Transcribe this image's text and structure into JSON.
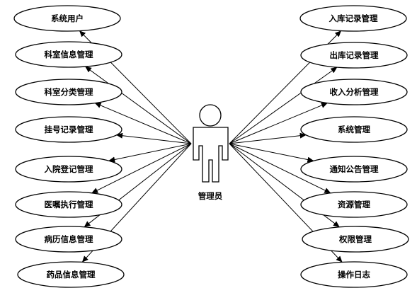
{
  "actor": {
    "label": "管理员"
  },
  "left_use_cases": [
    {
      "label": "系统用户"
    },
    {
      "label": "科室信息管理"
    },
    {
      "label": "科室分类管理"
    },
    {
      "label": "挂号记录管理"
    },
    {
      "label": "入院登记管理"
    },
    {
      "label": "医嘱执行管理"
    },
    {
      "label": "病历信息管理"
    },
    {
      "label": "药品信息管理"
    }
  ],
  "right_use_cases": [
    {
      "label": "入库记录管理"
    },
    {
      "label": "出库记录管理"
    },
    {
      "label": "收入分析管理"
    },
    {
      "label": "系统管理"
    },
    {
      "label": "通知公告管理"
    },
    {
      "label": "资源管理"
    },
    {
      "label": "权限管理"
    },
    {
      "label": "操作日志"
    }
  ]
}
